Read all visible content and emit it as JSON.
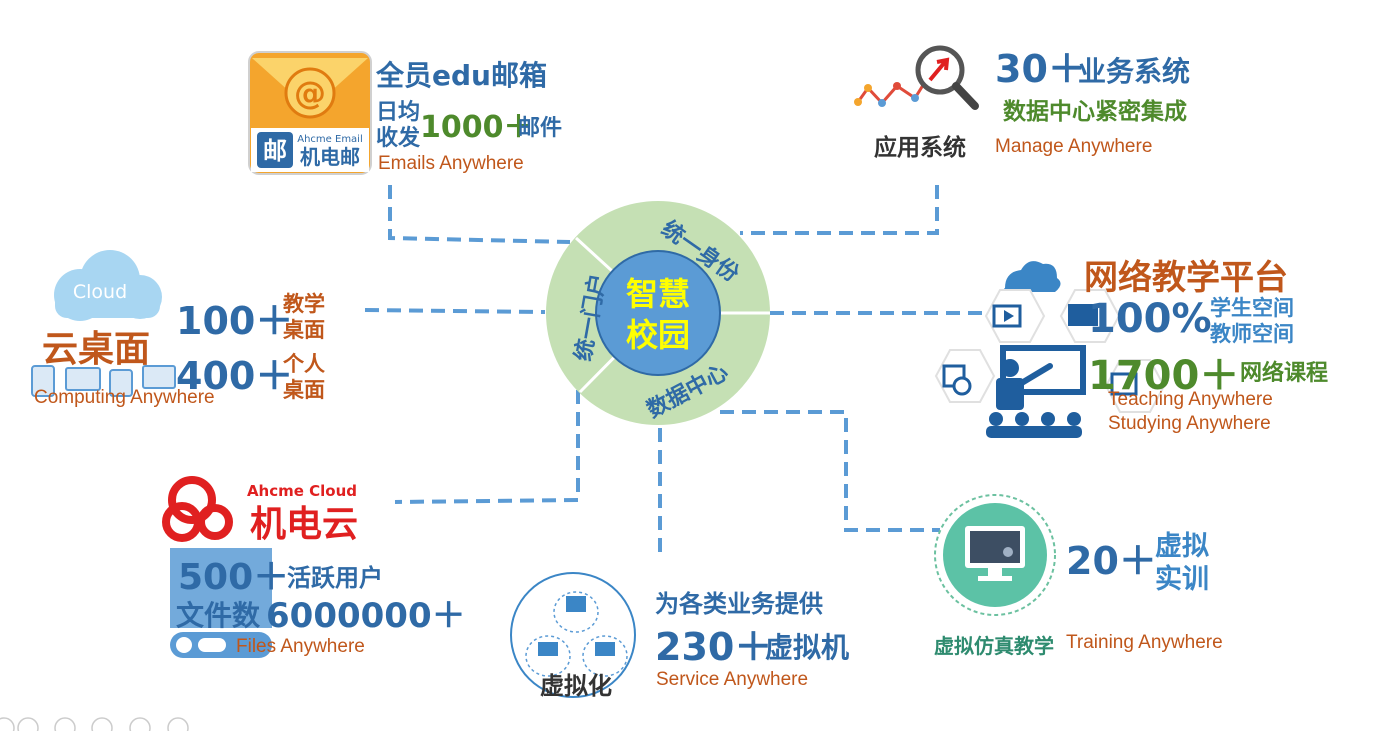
{
  "center": {
    "core_line1": "智慧",
    "core_line2": "校园",
    "ring_top": "统一身份",
    "ring_left": "统一门户",
    "ring_bottom": "数据中心"
  },
  "email": {
    "title": "全员edu邮箱",
    "daily_line1": "日均",
    "daily_line2": "收发",
    "count": "1000＋",
    "count_unit": "邮件",
    "tagline": "Emails Anywhere",
    "logo_brand": "Ahcme Email",
    "logo_name": "机电邮",
    "logo_glyph": "邮",
    "logo_icon": "at-sign-icon"
  },
  "apps": {
    "count": "30＋",
    "count_label": "业务系统",
    "subtitle": "数据中心紧密集成",
    "label": "应用系统",
    "tagline": "Manage Anywhere",
    "icon": "magnifier-chart-icon"
  },
  "cloud_desktop": {
    "cloud_label": "Cloud",
    "title": "云桌面",
    "teach_count": "100＋",
    "teach_line1": "教学",
    "teach_line2": "桌面",
    "personal_count": "400＋",
    "personal_line1": "个人",
    "personal_line2": "桌面",
    "tagline": "Computing Anywhere"
  },
  "teaching": {
    "title": "网络教学平台",
    "percent": "100%",
    "space_line1": "学生空间",
    "space_line2": "教师空间",
    "courses": "1700＋",
    "courses_label": "网络课程",
    "tagline1": "Teaching Anywhere",
    "tagline2": "Studying Anywhere",
    "icon": "teacher-classroom-icon"
  },
  "cloud_storage": {
    "brand": "Ahcme Cloud",
    "name": "机电云",
    "users": "500＋",
    "users_label": "活跃用户",
    "files_label": "文件数",
    "files_count": "6000000＋",
    "tagline": "Files Anywhere"
  },
  "virtualization": {
    "desc": "为各类业务提供",
    "vm_count": "230＋",
    "vm_label": "虚拟机",
    "tagline": "Service Anywhere",
    "label": "虚拟化",
    "icon": "server-network-icon"
  },
  "simulation": {
    "count": "20＋",
    "label_line1": "虚拟",
    "label_line2": "实训",
    "title": "虚拟仿真教学",
    "tagline": "Training Anywhere",
    "icon": "monitor-gear-icon"
  },
  "colors": {
    "ring": "#c5e0b4",
    "core": "#5b9bd5",
    "core_text": "#ffff00",
    "connector": "#5b9bd5",
    "blue_text": "#2f6aa6",
    "green_text": "#4e8a2c",
    "orange_text": "#c0571b"
  }
}
